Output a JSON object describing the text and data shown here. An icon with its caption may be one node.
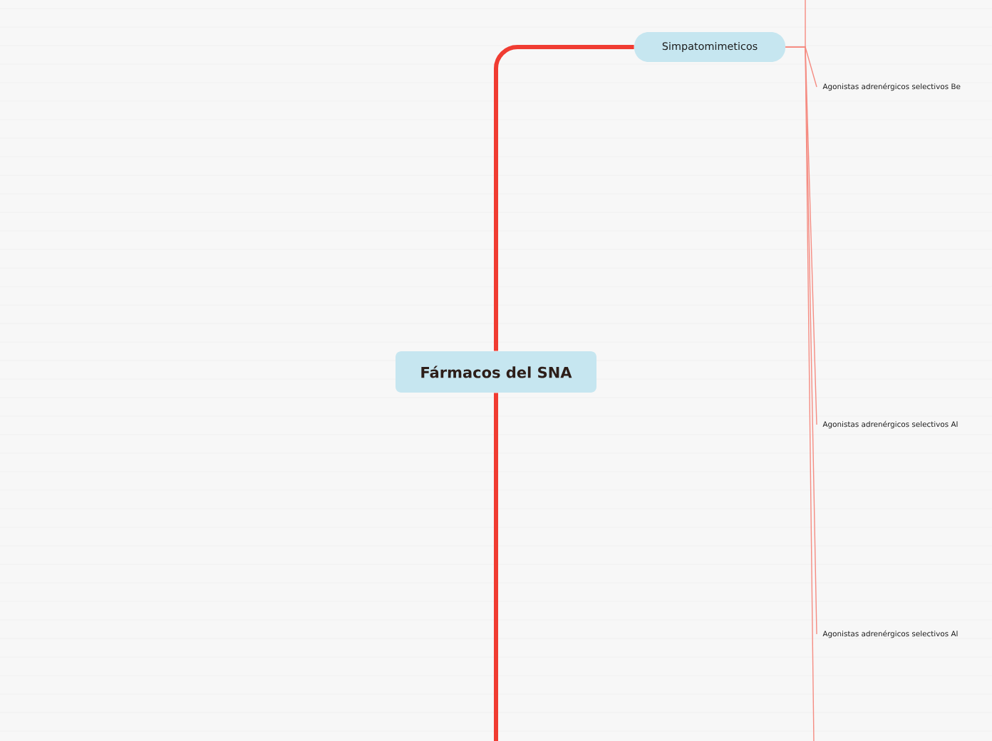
{
  "diagram": {
    "nodes": [
      {
        "text": [
          "Fármacos del SNA"
        ]
      },
      {
        "text": [
          "Simpatomimeticos"
        ]
      },
      {
        "text": [
          "Agonistas adrenérgicos selectivos Be"
        ]
      },
      {
        "text": [
          "Agonistas adrenérgicos selectivos Al"
        ]
      },
      {
        "text": [
          "Agonistas adrenérgicos selectivos Al"
        ]
      }
    ],
    "edges": [
      {
        "from": 0,
        "to": 1,
        "arrow": "none",
        "style": "thick"
      },
      {
        "from": 0,
        "to": null,
        "arrow": "none",
        "style": "thick"
      },
      {
        "from": 1,
        "to": 2,
        "arrow": "none"
      },
      {
        "from": 1,
        "to": 3,
        "arrow": "none"
      },
      {
        "from": 1,
        "to": 4,
        "arrow": "none"
      },
      {
        "from": 1,
        "to": null,
        "arrow": "none"
      },
      {
        "from": 1,
        "to": null,
        "arrow": "none"
      }
    ]
  }
}
